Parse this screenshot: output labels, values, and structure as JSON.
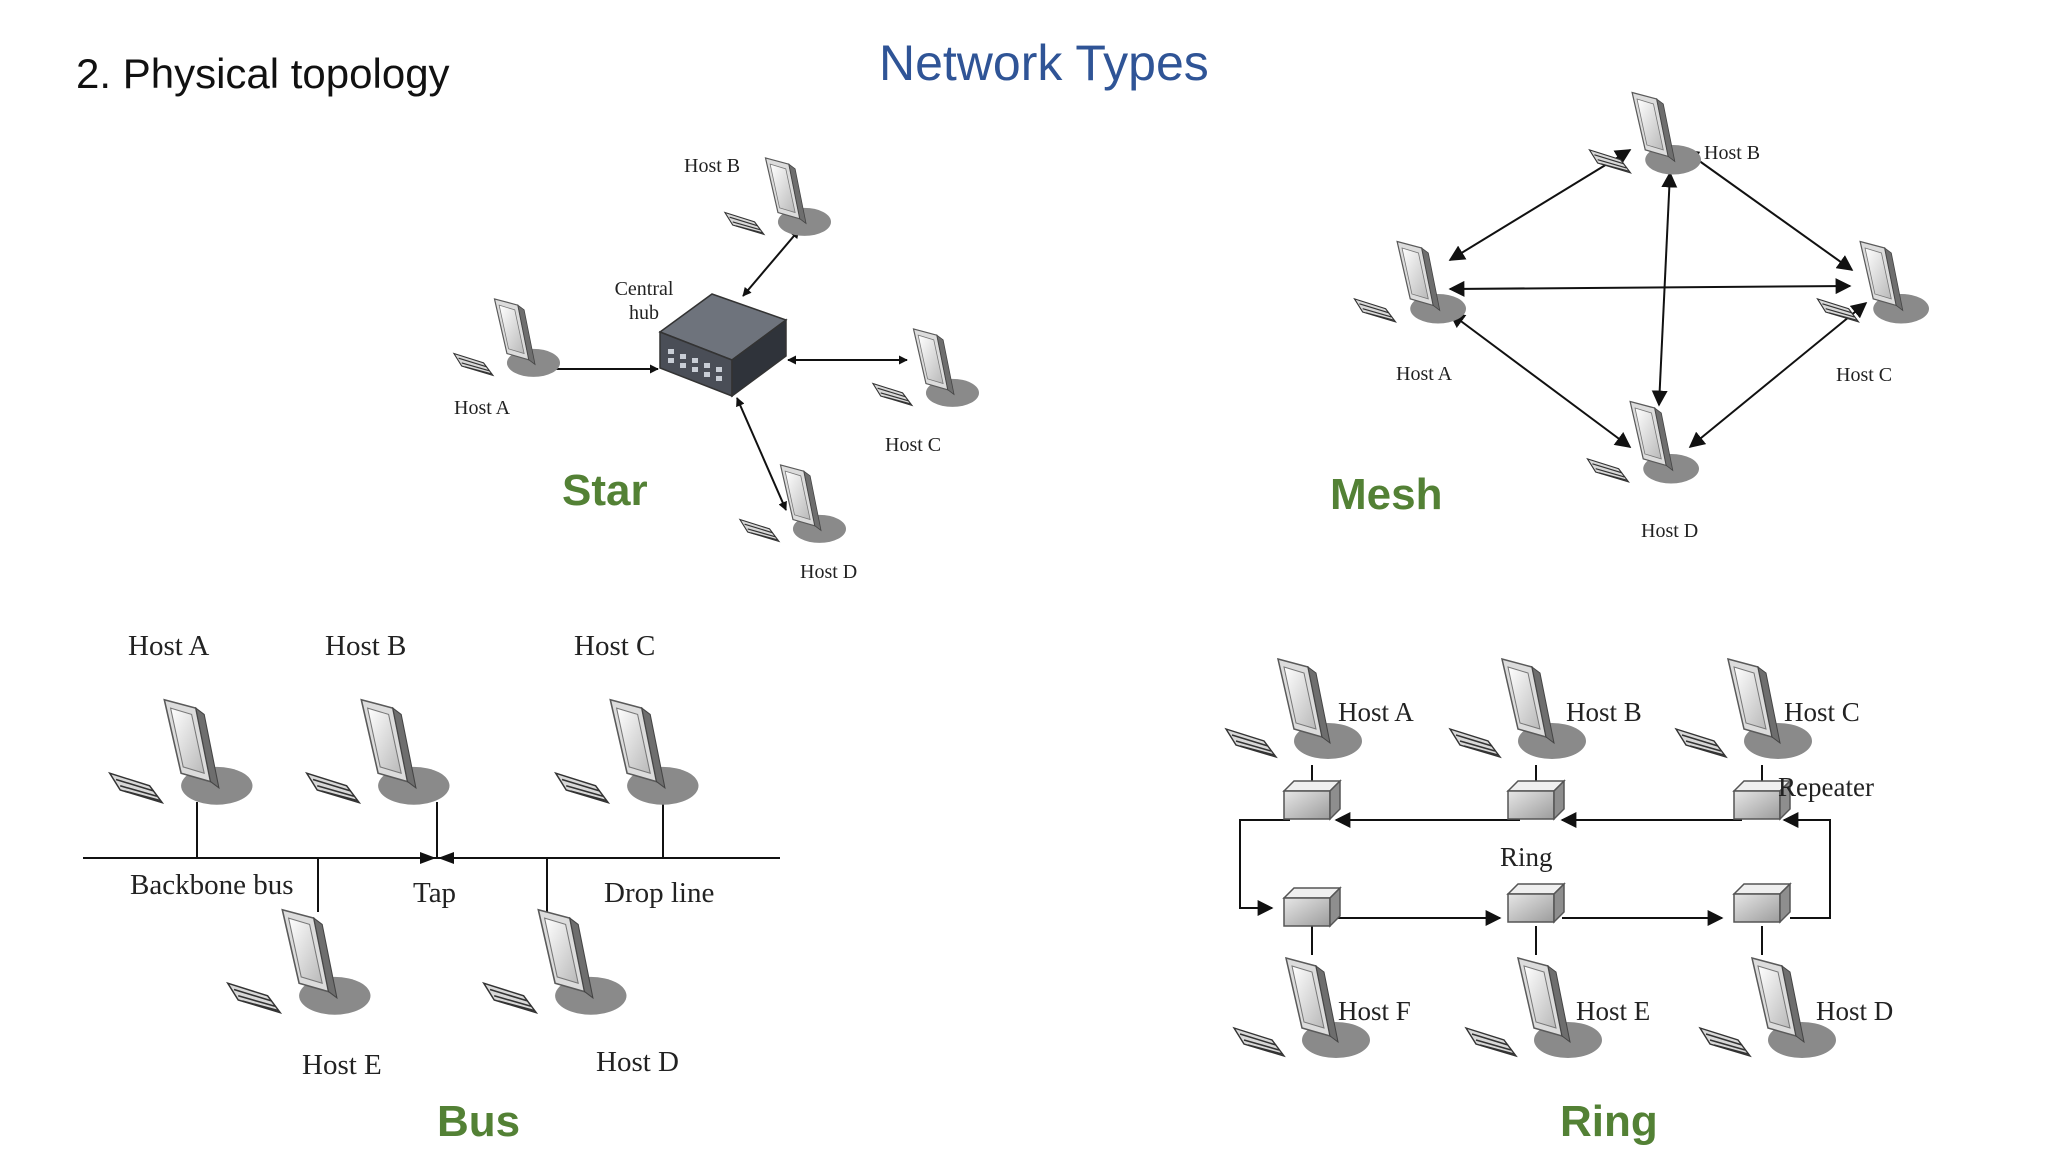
{
  "slide": {
    "subtitle": "2. Physical topology",
    "title": "Network Types"
  },
  "colors": {
    "title": "#2f5496",
    "topology_label": "#538135",
    "monitor_frame": "#9a9a9a",
    "hub_body": "#4a4e57"
  },
  "star": {
    "label": "Star",
    "hub_label_line1": "Central",
    "hub_label_line2": "hub",
    "hosts": [
      "Host A",
      "Host B",
      "Host C",
      "Host D"
    ]
  },
  "mesh": {
    "label": "Mesh",
    "hosts": [
      "Host A",
      "Host B",
      "Host C",
      "Host D"
    ]
  },
  "bus": {
    "label": "Bus",
    "hosts": [
      "Host A",
      "Host B",
      "Host C",
      "Host D",
      "Host E"
    ],
    "backbone_label": "Backbone bus",
    "tap_label": "Tap",
    "drop_label": "Drop line"
  },
  "ring": {
    "label": "Ring",
    "hosts": [
      "Host A",
      "Host B",
      "Host C",
      "Host D",
      "Host E",
      "Host F"
    ],
    "ring_label": "Ring",
    "repeater_label": "Repeater"
  }
}
